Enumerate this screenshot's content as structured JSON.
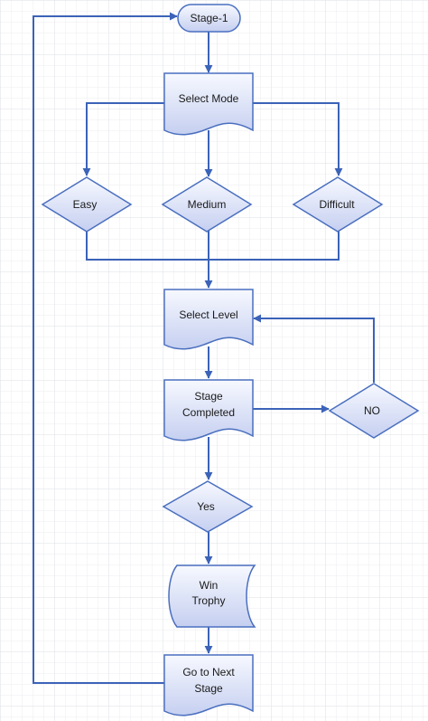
{
  "colors": {
    "background": "#ffffff",
    "grid_minor": "#eceef2",
    "grid_major": "#dcdfe6",
    "shape_fill_top": "#f7f9ff",
    "shape_fill_bottom": "#c5cff0",
    "shape_stroke": "#4a6fbf",
    "connector": "#3b63b8"
  },
  "nodes": {
    "stage1": {
      "label": "Stage-1"
    },
    "select_mode": {
      "label": "Select Mode"
    },
    "easy": {
      "label": "Easy"
    },
    "medium": {
      "label": "Medium"
    },
    "difficult": {
      "label": "Difficult"
    },
    "select_level": {
      "label": "Select Level"
    },
    "stage_completed": {
      "line1": "Stage",
      "line2": "Completed"
    },
    "no": {
      "label": "NO"
    },
    "yes": {
      "label": "Yes"
    },
    "win_trophy": {
      "line1": "Win",
      "line2": "Trophy"
    },
    "next_stage": {
      "line1": "Go to Next",
      "line2": "Stage"
    }
  }
}
